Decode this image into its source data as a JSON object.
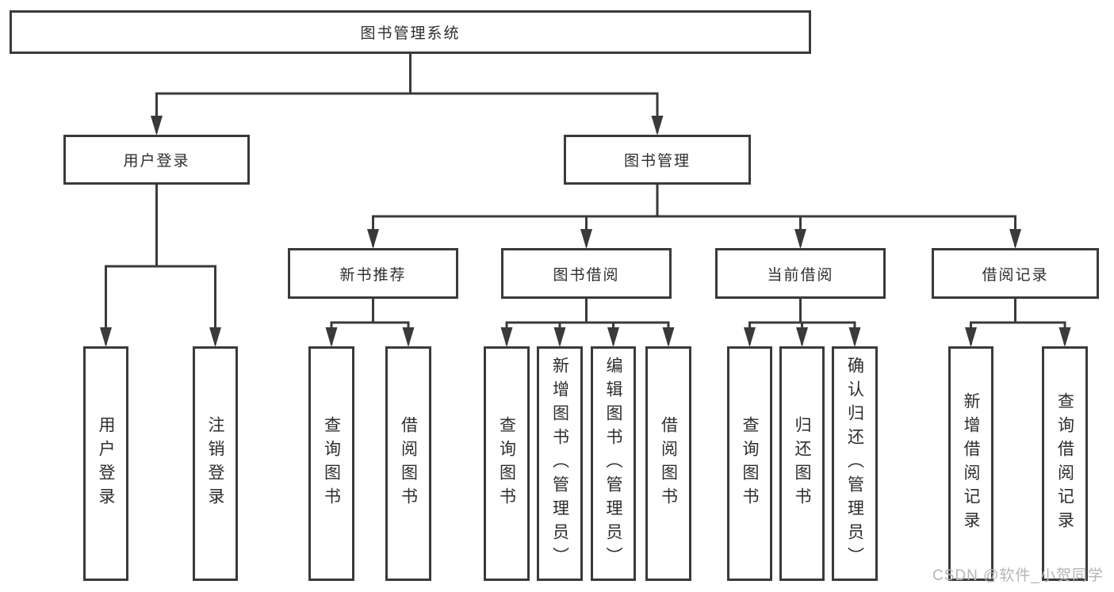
{
  "diagram": {
    "type": "hierarchy-tree",
    "title": "图书管理系统",
    "watermark": "CSDN @软件_小贺同学",
    "colors": {
      "line": "#3a3a3a",
      "box_border": "#3a3a3a",
      "text": "#2d2d2d",
      "watermark": "#b5b5b5",
      "background": "#ffffff"
    }
  },
  "nodes": [
    {
      "id": "root",
      "label": "图书管理系统",
      "level": 1,
      "parent": null
    },
    {
      "id": "user-login",
      "label": "用户登录",
      "level": 2,
      "parent": "root"
    },
    {
      "id": "book-mgmt",
      "label": "图书管理",
      "level": 2,
      "parent": "root"
    },
    {
      "id": "new-book-rec",
      "label": "新书推荐",
      "level": 3,
      "parent": "book-mgmt"
    },
    {
      "id": "book-borrow",
      "label": "图书借阅",
      "level": 3,
      "parent": "book-mgmt"
    },
    {
      "id": "current-borrow",
      "label": "当前借阅",
      "level": 3,
      "parent": "book-mgmt"
    },
    {
      "id": "borrow-records",
      "label": "借阅记录",
      "level": 3,
      "parent": "book-mgmt"
    },
    {
      "id": "leaf-user-login",
      "label": "用户登录",
      "level": 4,
      "parent": "user-login"
    },
    {
      "id": "leaf-logout",
      "label": "注销登录",
      "level": 4,
      "parent": "user-login"
    },
    {
      "id": "leaf-nbr-query",
      "label": "查询图书",
      "level": 4,
      "parent": "new-book-rec"
    },
    {
      "id": "leaf-nbr-borrow",
      "label": "借阅图书",
      "level": 4,
      "parent": "new-book-rec"
    },
    {
      "id": "leaf-bb-query",
      "label": "查询图书",
      "level": 4,
      "parent": "book-borrow"
    },
    {
      "id": "leaf-bb-add",
      "label": "新增图书（管理员）",
      "level": 4,
      "parent": "book-borrow"
    },
    {
      "id": "leaf-bb-edit",
      "label": "编辑图书（管理员）",
      "level": 4,
      "parent": "book-borrow"
    },
    {
      "id": "leaf-bb-borrow",
      "label": "借阅图书",
      "level": 4,
      "parent": "book-borrow"
    },
    {
      "id": "leaf-cb-query",
      "label": "查询图书",
      "level": 4,
      "parent": "current-borrow"
    },
    {
      "id": "leaf-cb-return",
      "label": "归还图书",
      "level": 4,
      "parent": "current-borrow"
    },
    {
      "id": "leaf-cb-confirm",
      "label": "确认归还（管理员）",
      "level": 4,
      "parent": "current-borrow"
    },
    {
      "id": "leaf-br-add",
      "label": "新增借阅记录",
      "level": 4,
      "parent": "borrow-records"
    },
    {
      "id": "leaf-br-query",
      "label": "查询借阅记录",
      "level": 4,
      "parent": "borrow-records"
    }
  ]
}
